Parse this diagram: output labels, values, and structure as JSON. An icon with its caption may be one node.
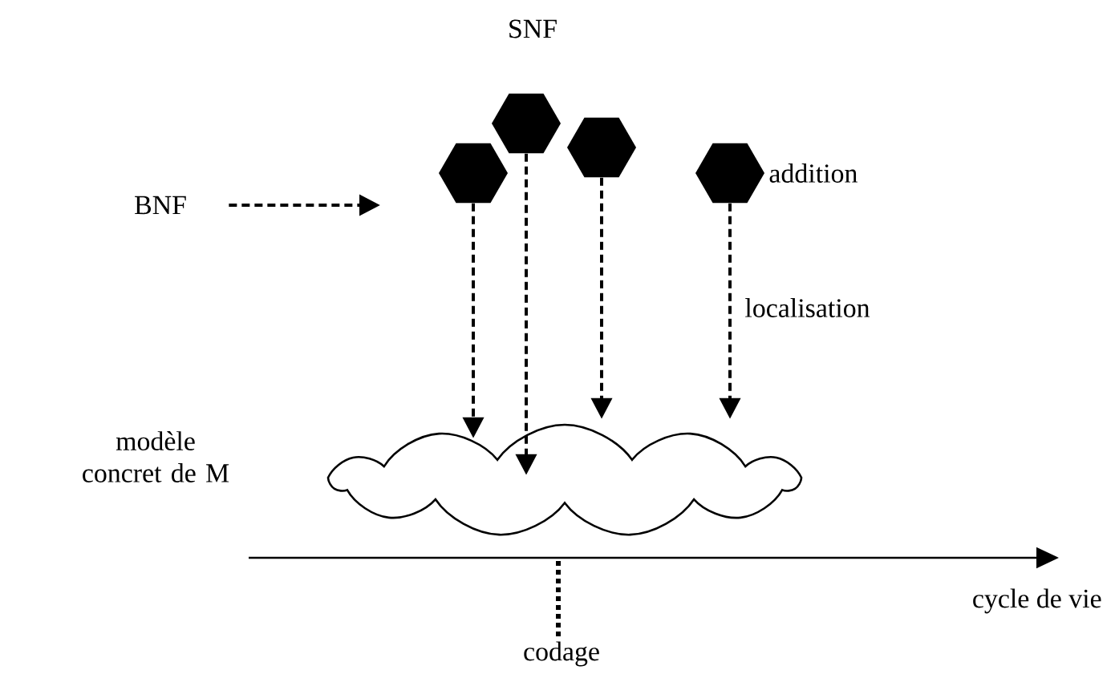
{
  "diagram": {
    "nodes": [
      {
        "text": [
          "BNF"
        ]
      },
      {
        "text": [],
        "shape": "hexagon"
      },
      {
        "text": [],
        "shape": "hexagon"
      },
      {
        "text": [],
        "shape": "hexagon"
      },
      {
        "text": [],
        "shape": "hexagon"
      },
      {
        "text": [],
        "shape": "cloud",
        "beside": [
          "modèle concret de M"
        ]
      }
    ],
    "edges": [
      {
        "from": 0,
        "to": null,
        "arrow": "to",
        "style": "dashed"
      },
      {
        "from": 1,
        "to": 5,
        "arrow": "to",
        "style": "dashed"
      },
      {
        "from": 2,
        "to": 5,
        "arrow": "to",
        "style": "dashed"
      },
      {
        "from": 3,
        "to": 5,
        "arrow": "to",
        "style": "dashed"
      },
      {
        "from": 4,
        "to": 5,
        "arrow": "to",
        "style": "dashed"
      }
    ],
    "labels": [
      "SNF",
      "addition",
      "localisation",
      "cycle de vie",
      "codage"
    ]
  }
}
